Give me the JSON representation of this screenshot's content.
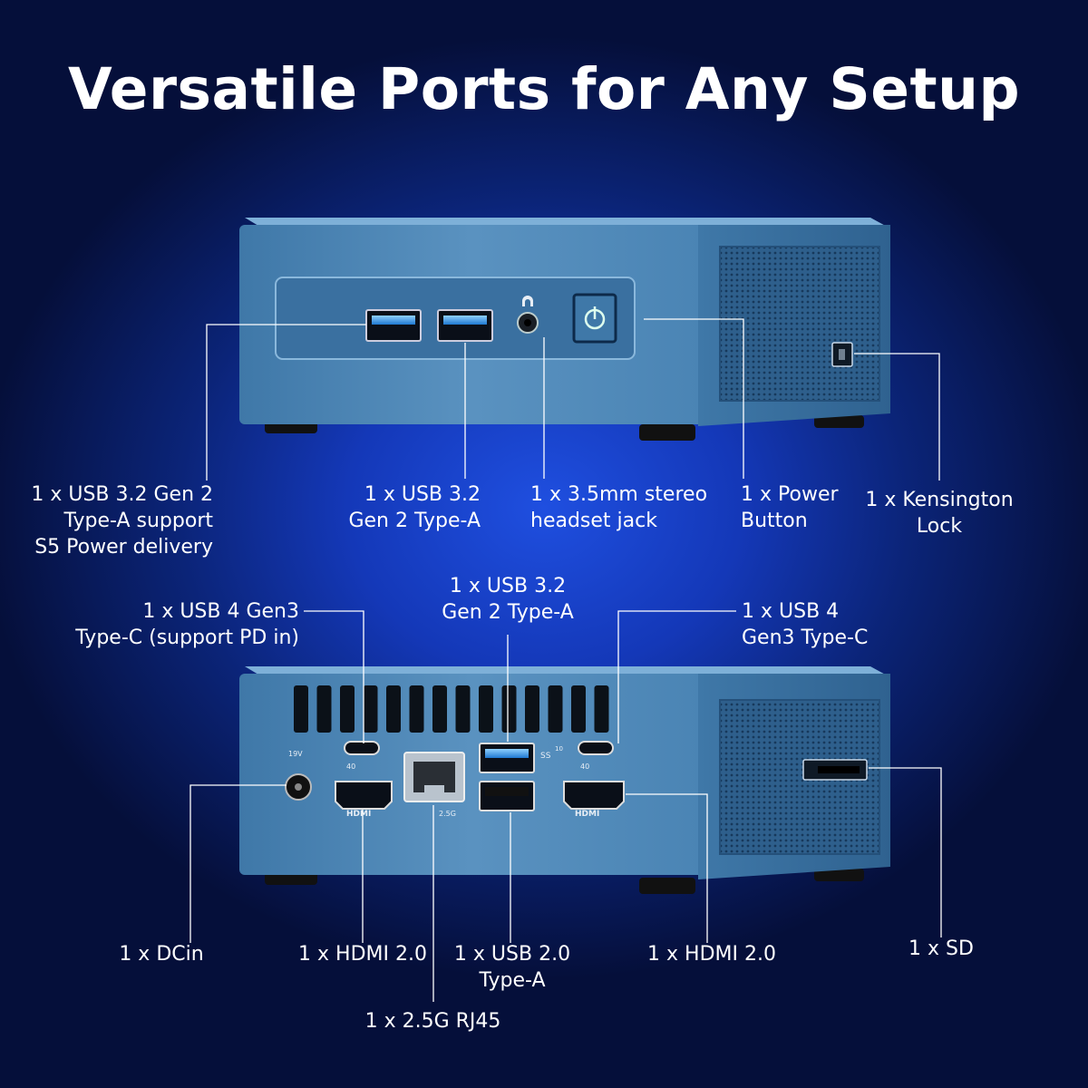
{
  "title": "Versatile Ports for Any Setup",
  "front": {
    "labels": {
      "usb_pd": "1 x USB 3.2 Gen 2\nType-A support\nS5 Power delivery",
      "usb": "1 x USB 3.2\nGen 2 Type-A",
      "audio": "1 x 3.5mm stereo\nheadset jack",
      "power": "1 x Power\nButton",
      "kensington": "1 x Kensington\nLock"
    }
  },
  "rear": {
    "labels": {
      "usb4_pd": "1 x USB 4 Gen3\nType-C (support PD in)",
      "usb32": "1 x USB 3.2\nGen 2 Type-A",
      "usb4": "1 x USB 4\nGen3 Type-C",
      "dcin": "1 x DCin",
      "hdmi_left": "1 x HDMI 2.0",
      "usb20": "1 x USB 2.0\nType-A",
      "hdmi_right": "1 x HDMI 2.0",
      "sd": "1 x SD",
      "rj45": "1 x 2.5G RJ45"
    },
    "port_marks": {
      "dc_voltage": "19V",
      "hdmi": "HDMI",
      "lan_speed": "2.5G",
      "usb_ss": "SS",
      "usb_ss_speed": "10",
      "usb4_speed": "40"
    }
  },
  "colors": {
    "case": "#4a86b8",
    "accent": "#1f4fe0",
    "text": "#ffffff"
  }
}
